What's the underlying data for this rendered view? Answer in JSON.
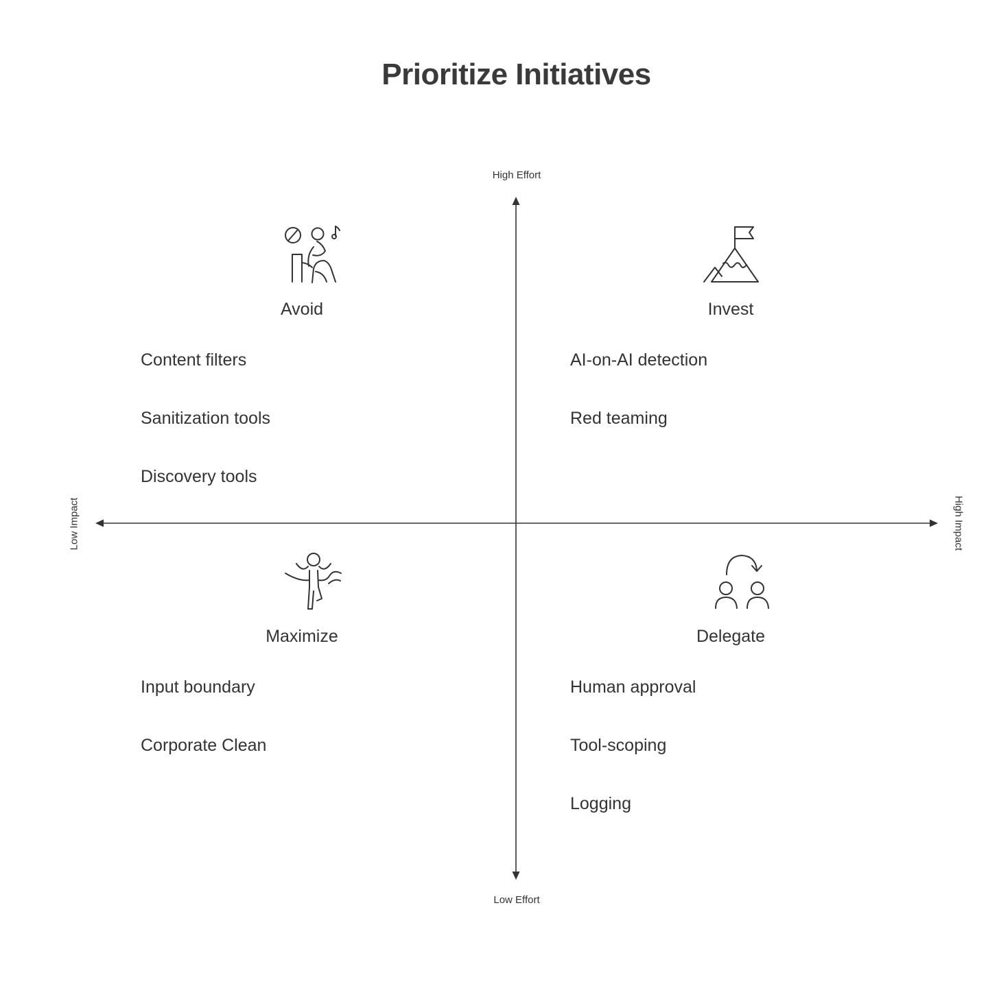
{
  "title": "Prioritize Initiatives",
  "axes": {
    "top": "High Effort",
    "bottom": "Low Effort",
    "left": "Low Impact",
    "right": "High Impact"
  },
  "quadrants": {
    "avoid": {
      "title": "Avoid",
      "icon": "person-at-desk-icon",
      "items": [
        "Content filters",
        "Sanitization tools",
        "Discovery tools"
      ]
    },
    "invest": {
      "title": "Invest",
      "icon": "mountain-flag-icon",
      "items": [
        "AI-on-AI detection",
        "Red teaming"
      ]
    },
    "maximize": {
      "title": "Maximize",
      "icon": "celebrating-runner-icon",
      "items": [
        "Input boundary",
        "Corporate Clean"
      ]
    },
    "delegate": {
      "title": "Delegate",
      "icon": "people-handoff-icon",
      "items": [
        "Human approval",
        "Tool-scoping",
        "Logging"
      ]
    }
  }
}
